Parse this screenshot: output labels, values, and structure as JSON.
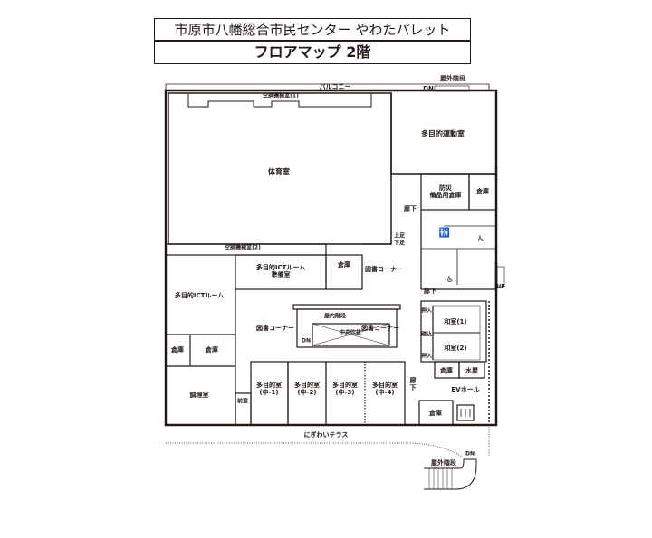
{
  "header": {
    "facility": "市原市八幡総合市民センター やわたパレット",
    "subtitle": "フロアマップ 2階"
  },
  "rooms": {
    "balcony": "バルコニー",
    "outdoor_stairs_top": "屋外階段",
    "dn_top": "DN",
    "ac_room_1": "空調機械室(1)",
    "gym": "体育室",
    "multi_sports": "多目的運動室",
    "disaster_storage": "防災\n備品用倉庫",
    "storage_ne": "倉庫",
    "corridor_e": "廊下",
    "up_down_1": "上足",
    "up_down_2": "下足",
    "ac_room_2": "空調機械室(2)",
    "ict_prep": "多目的ICTルーム\n準備室",
    "storage_prep": "倉庫",
    "library_n": "図書コーナー",
    "ict_room": "多目的ICTルーム",
    "corridor_mid": "廊下",
    "library_w": "図書コーナー",
    "library_e": "図書コーナー",
    "indoor_stairs": "屋内階段",
    "atrium": "中央吹抜",
    "dn_stairs": "DN",
    "oshiire_1": "押入",
    "fumikomi": "踏込",
    "oshiire_2": "押入",
    "washitsu_1": "和室(1)",
    "washitsu_2": "和室(2)",
    "storage_w1": "倉庫",
    "storage_w2": "倉庫",
    "cooking": "調理室",
    "anteroom": "前室",
    "naka_1": "多目的室\n(中-1)",
    "naka_2": "多目的室\n(中-2)",
    "naka_3": "多目的室\n(中-3)",
    "naka_4": "多目的室\n(中-4)",
    "corridor_s": "廊\n下",
    "storage_w3": "倉庫",
    "mizuya": "水屋",
    "ev_hall": "EVホール",
    "storage_se": "倉庫",
    "up": "UP",
    "terrace": "にぎわいテラス",
    "dn_bottom": "DN",
    "outdoor_stairs_bottom": "屋外階段"
  },
  "colors": {
    "line": "#231815",
    "wall_fill": "#9e9e9f"
  }
}
